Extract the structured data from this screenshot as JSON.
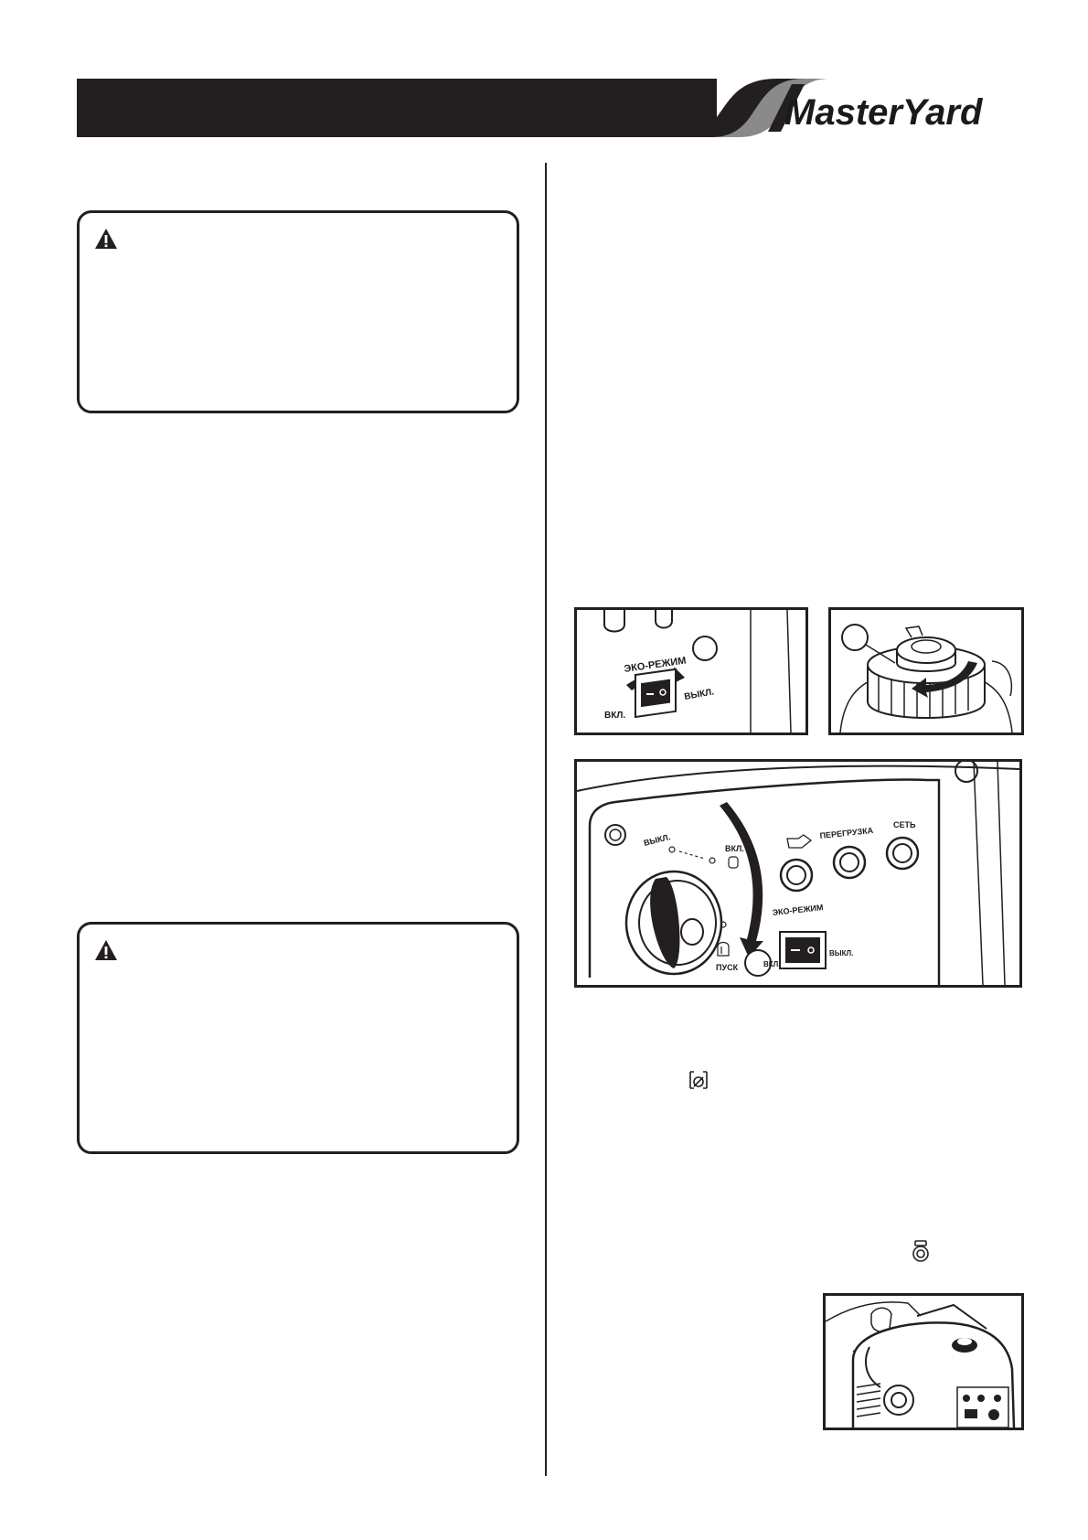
{
  "brand": {
    "name": "MasterYard"
  },
  "figure_switch": {
    "eco_label": "ЭКО-РЕЖИМ",
    "on_label": "ВКЛ.",
    "off_label": "ВЫКЛ."
  },
  "figure_panel": {
    "dial_off": "ВЫКЛ.",
    "dial_on": "ВКЛ.",
    "dial_start": "ПУСК",
    "overload_label": "ПЕРЕГРУЗКА",
    "network_label": "СЕТЬ",
    "eco_label": "ЭКО-РЕЖИМ",
    "switch_on": "ВКЛ.",
    "switch_off": "ВЫКЛ."
  },
  "icons": {
    "warning": "warning-triangle-icon",
    "choke": "choke-icon",
    "fuel": "fuel-valve-icon"
  },
  "colors": {
    "ink": "#231f20",
    "grey": "#8a8a8a"
  }
}
